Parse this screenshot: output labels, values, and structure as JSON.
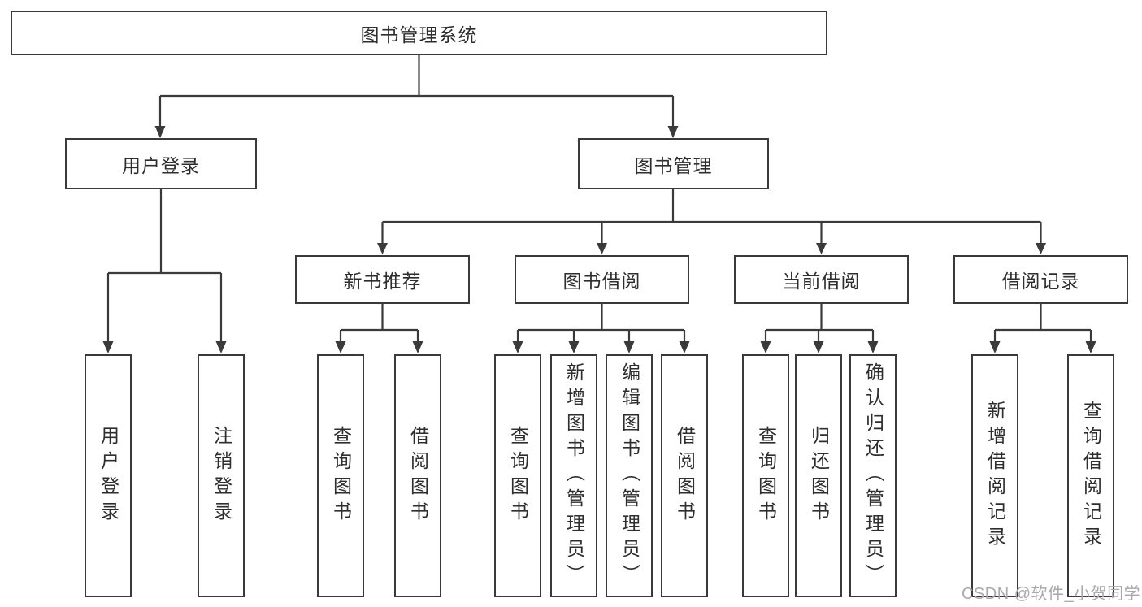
{
  "diagram": {
    "root": {
      "label": "图书管理系统"
    },
    "login": {
      "label": "用户登录",
      "leaves": [
        {
          "label": "用户登录"
        },
        {
          "label": "注销登录"
        }
      ]
    },
    "management": {
      "label": "图书管理",
      "sections": [
        {
          "label": "新书推荐",
          "leaves": [
            {
              "label": "查询图书"
            },
            {
              "label": "借阅图书"
            }
          ]
        },
        {
          "label": "图书借阅",
          "leaves": [
            {
              "label": "查询图书"
            },
            {
              "label": "新增图书（管理员）"
            },
            {
              "label": "编辑图书（管理员）"
            },
            {
              "label": "借阅图书"
            }
          ]
        },
        {
          "label": "当前借阅",
          "leaves": [
            {
              "label": "查询图书"
            },
            {
              "label": "归还图书"
            },
            {
              "label": "确认归还（管理员）"
            }
          ]
        },
        {
          "label": "借阅记录",
          "leaves": [
            {
              "label": "新增借阅记录"
            },
            {
              "label": "查询借阅记录"
            }
          ]
        }
      ]
    }
  },
  "watermark": {
    "text": "CSDN @软件_小贺同学"
  },
  "colors": {
    "line": "#3a3a3a",
    "text": "#2e2e2e",
    "watermark": "#a9a9a9",
    "background": "#ffffff"
  }
}
